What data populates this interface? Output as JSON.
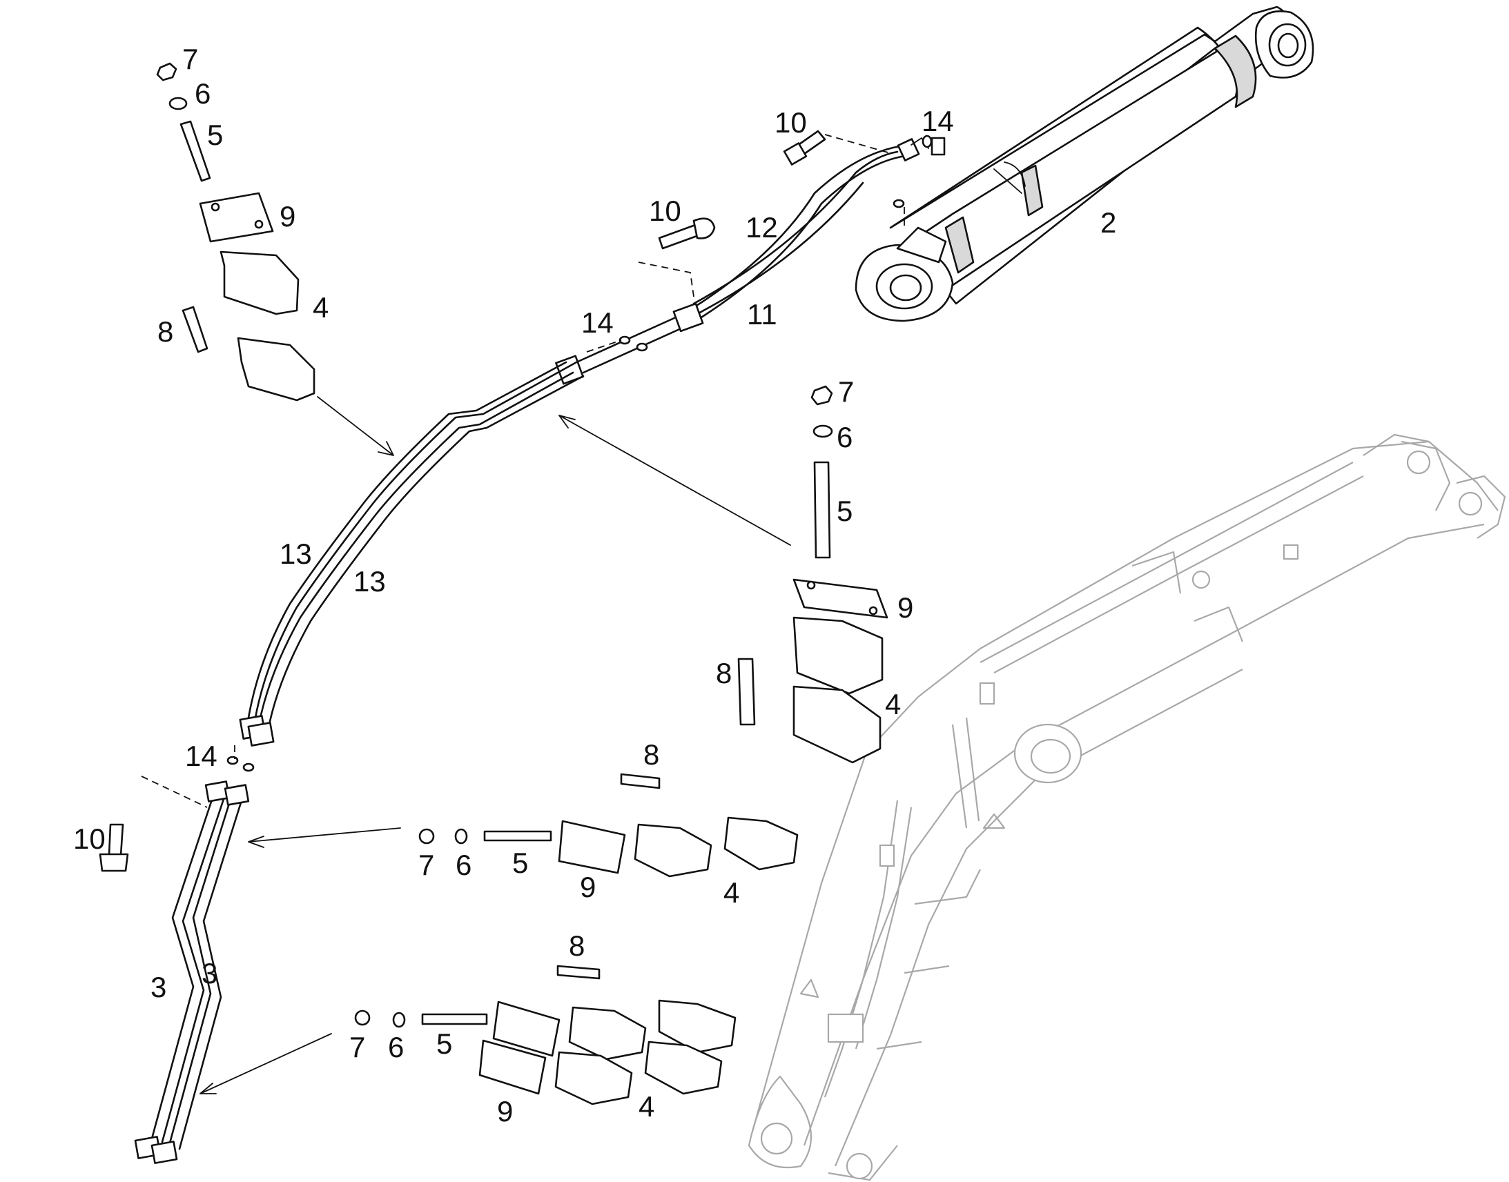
{
  "diagram": {
    "callouts": [
      {
        "id": "c7a",
        "text": "7"
      },
      {
        "id": "c6a",
        "text": "6"
      },
      {
        "id": "c5a",
        "text": "5"
      },
      {
        "id": "c9a",
        "text": "9"
      },
      {
        "id": "c4a",
        "text": "4"
      },
      {
        "id": "c8a",
        "text": "8"
      },
      {
        "id": "c10a",
        "text": "10"
      },
      {
        "id": "c14a",
        "text": "14"
      },
      {
        "id": "c2",
        "text": "2"
      },
      {
        "id": "c10b",
        "text": "10"
      },
      {
        "id": "c12",
        "text": "12"
      },
      {
        "id": "c14b",
        "text": "14"
      },
      {
        "id": "c11",
        "text": "11"
      },
      {
        "id": "c7b",
        "text": "7"
      },
      {
        "id": "c6b",
        "text": "6"
      },
      {
        "id": "c5b",
        "text": "5"
      },
      {
        "id": "c13a",
        "text": "13"
      },
      {
        "id": "c13b",
        "text": "13"
      },
      {
        "id": "c9b",
        "text": "9"
      },
      {
        "id": "c8b",
        "text": "8"
      },
      {
        "id": "c4b",
        "text": "4"
      },
      {
        "id": "c14c",
        "text": "14"
      },
      {
        "id": "c10c",
        "text": "10"
      },
      {
        "id": "c8c",
        "text": "8"
      },
      {
        "id": "c7c",
        "text": "7"
      },
      {
        "id": "c6c",
        "text": "6"
      },
      {
        "id": "c5c",
        "text": "5"
      },
      {
        "id": "c9c",
        "text": "9"
      },
      {
        "id": "c4c",
        "text": "4"
      },
      {
        "id": "c3a",
        "text": "3"
      },
      {
        "id": "c3b",
        "text": "3"
      },
      {
        "id": "c8d",
        "text": "8"
      },
      {
        "id": "c7d",
        "text": "7"
      },
      {
        "id": "c6d",
        "text": "6"
      },
      {
        "id": "c5d",
        "text": "5"
      },
      {
        "id": "c9d",
        "text": "9"
      },
      {
        "id": "c4d",
        "text": "4"
      }
    ]
  }
}
